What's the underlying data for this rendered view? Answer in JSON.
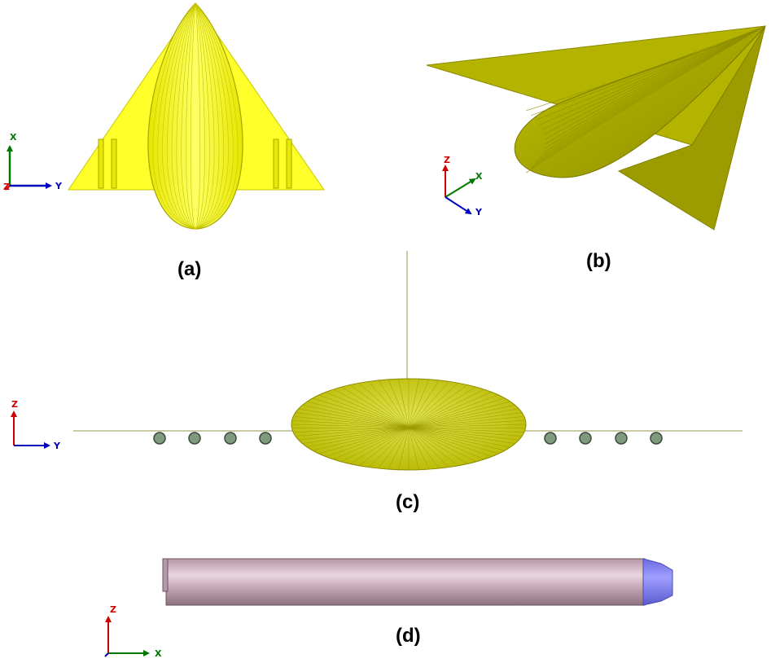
{
  "panels": {
    "a": {
      "caption": "(a)",
      "axes": {
        "up": "X",
        "right": "Y",
        "origin": "Z"
      }
    },
    "b": {
      "caption": "(b)",
      "axes": {
        "up": "Z",
        "right": "X",
        "down_right": "Y"
      }
    },
    "c": {
      "caption": "(c)",
      "axes": {
        "up": "Z",
        "right": "Y"
      }
    },
    "d": {
      "caption": "(d)",
      "axes": {
        "up": "Z",
        "right": "X"
      }
    }
  },
  "colors": {
    "fuselage_yellow": "#ffff33",
    "wing_yellow": "#ffff2a",
    "olive": "#b3b300",
    "olive_dark": "#999900",
    "ellipse_olive": "#cccc22",
    "rod_fill": "#7f9a7f",
    "cylinder": "#c8aab8",
    "cylinder_dark": "#9a7e8c",
    "cap": "#7b7bf0",
    "axis_red": "#cc0000",
    "axis_green": "#007700",
    "axis_blue": "#0000bb",
    "line_khaki": "#b9b98a"
  }
}
